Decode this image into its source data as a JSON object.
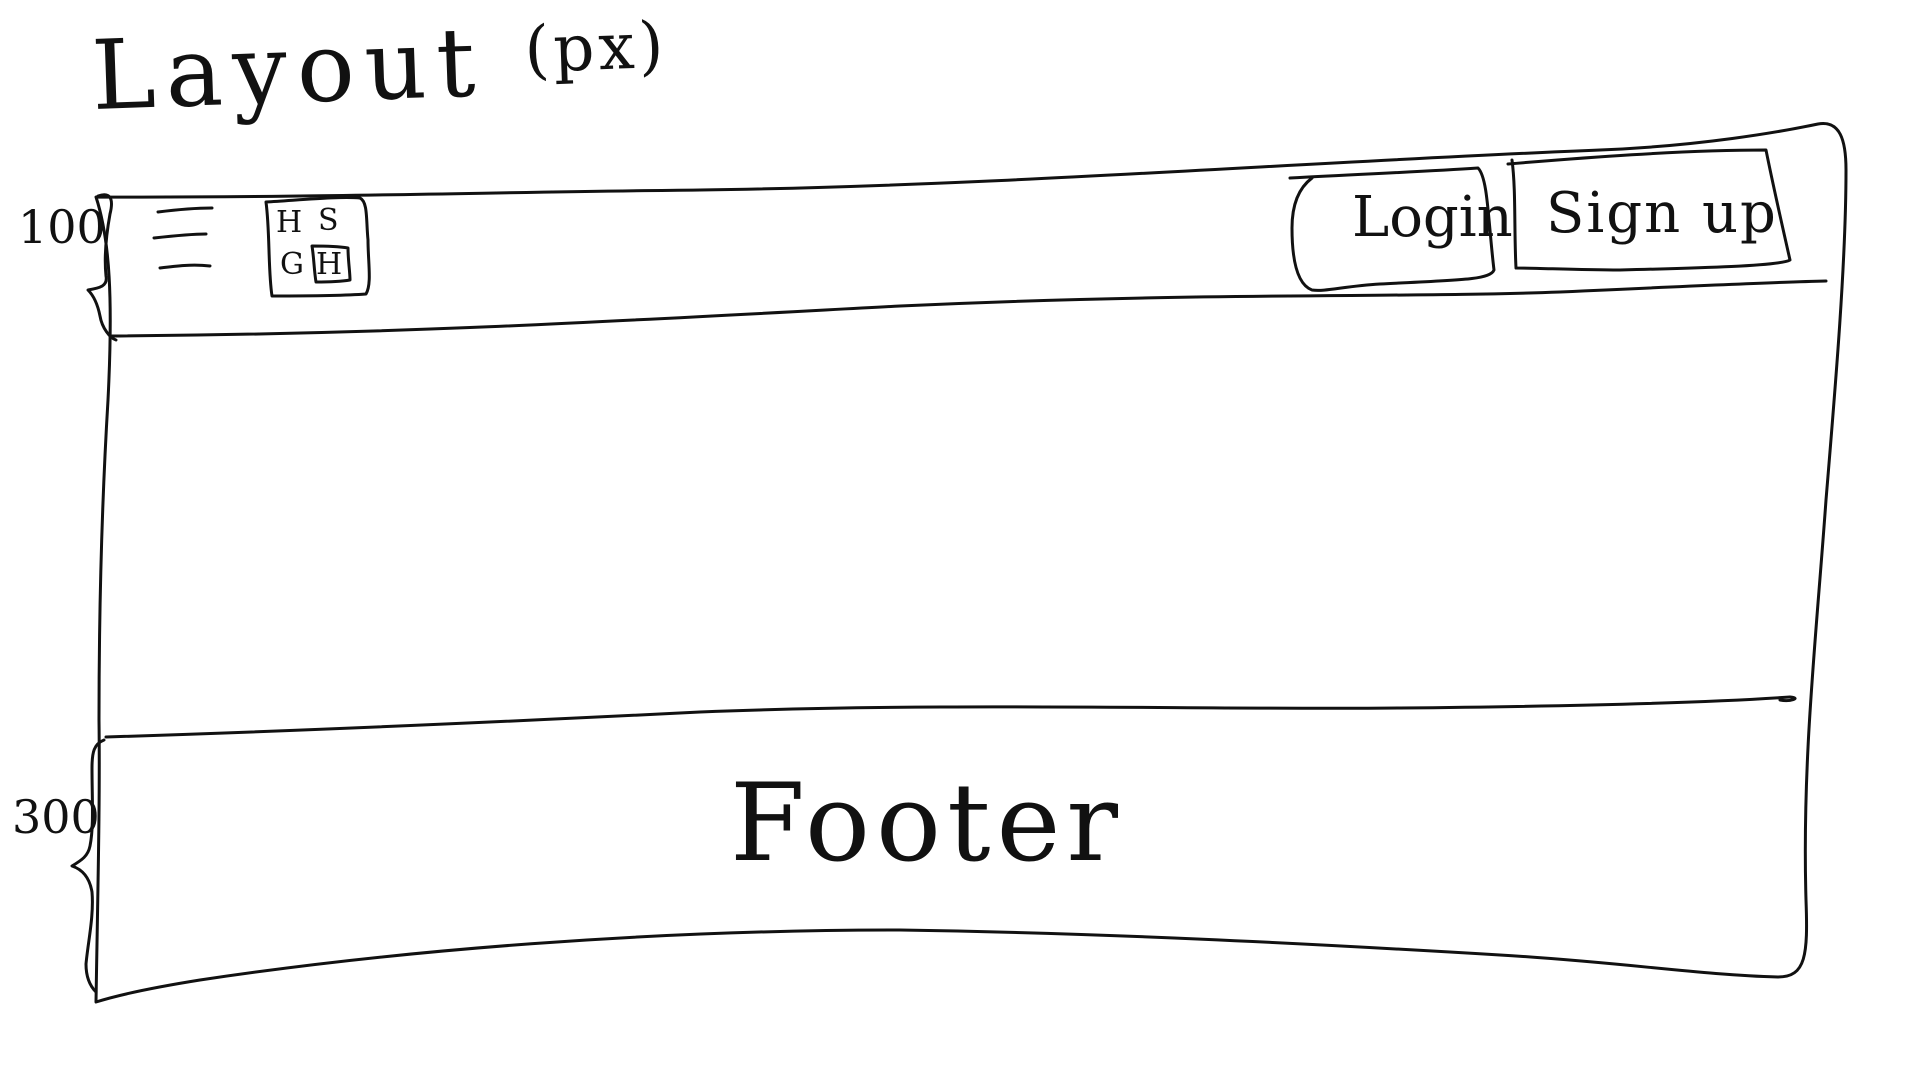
{
  "title": {
    "text": "Layout",
    "unit": "(px)"
  },
  "header": {
    "height_label": "100",
    "menu_icon": "hamburger-icon",
    "logo": {
      "letters": [
        "H",
        "S",
        "G",
        "H"
      ]
    },
    "login_label": "Login",
    "signup_label": "Sign up"
  },
  "footer": {
    "height_label": "300",
    "label": "Footer"
  },
  "colors": {
    "ink": "#111111",
    "paper": "#ffffff"
  }
}
